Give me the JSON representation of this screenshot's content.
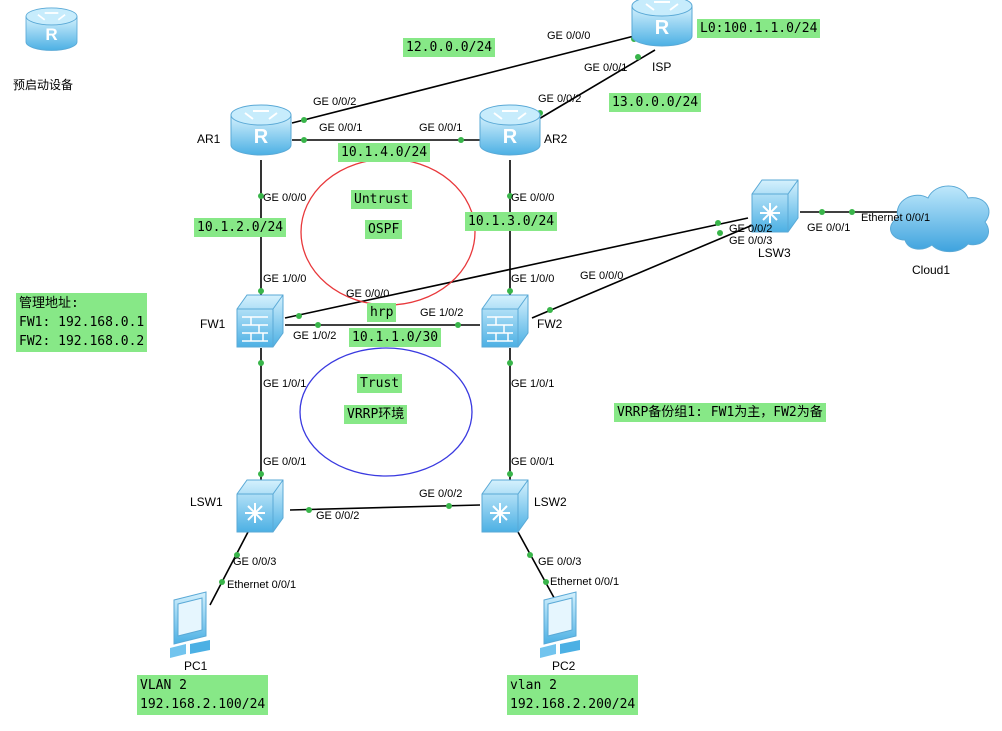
{
  "legend": {
    "device_label": "预启动设备"
  },
  "devices": {
    "isp": {
      "name": "ISP"
    },
    "ar1": {
      "name": "AR1"
    },
    "ar2": {
      "name": "AR2"
    },
    "fw1": {
      "name": "FW1"
    },
    "fw2": {
      "name": "FW2"
    },
    "lsw1": {
      "name": "LSW1"
    },
    "lsw2": {
      "name": "LSW2"
    },
    "lsw3": {
      "name": "LSW3"
    },
    "cloud1": {
      "name": "Cloud1"
    },
    "pc1": {
      "name": "PC1"
    },
    "pc2": {
      "name": "PC2"
    }
  },
  "ports": {
    "isp_ge000": "GE 0/0/0",
    "isp_ge001": "GE 0/0/1",
    "ar1_ge002": "GE 0/0/2",
    "ar1_ge001": "GE 0/0/1",
    "ar2_ge001": "GE 0/0/1",
    "ar2_ge002": "GE 0/0/2",
    "ar1_ge000": "GE 0/0/0",
    "ar2_ge000": "GE 0/0/0",
    "fw1_ge100": "GE 1/0/0",
    "fw2_ge100": "GE 1/0/0",
    "fw1_ge000": "GE 0/0/0",
    "fw2_ge000": "GE 0/0/0",
    "fw1_ge102": "GE 1/0/2",
    "fw2_ge102": "GE 1/0/2",
    "fw1_ge101": "GE 1/0/1",
    "fw2_ge101": "GE 1/0/1",
    "lsw1_ge001": "GE 0/0/1",
    "lsw2_ge001": "GE 0/0/1",
    "lsw1_ge002": "GE 0/0/2",
    "lsw2_ge002": "GE 0/0/2",
    "lsw1_ge003": "GE 0/0/3",
    "lsw2_ge003": "GE 0/0/3",
    "pc1_eth": "Ethernet 0/0/1",
    "pc2_eth": "Ethernet 0/0/1",
    "lsw3_ge002": "GE 0/0/2",
    "lsw3_ge003": "GE 0/0/3",
    "lsw3_ge001": "GE 0/0/1",
    "cloud_eth": "Ethernet 0/0/1"
  },
  "notes": {
    "net_12": "12.0.0.0/24",
    "loopback": "L0:100.1.1.0/24",
    "net_13": "13.0.0.0/24",
    "net_10_1_4": "10.1.4.0/24",
    "untrust": "Untrust",
    "ospf": "OSPF",
    "net_10_1_2": "10.1.2.0/24",
    "net_10_1_3": "10.1.3.0/24",
    "hrp": "hrp",
    "net_10_1_1": "10.1.1.0/30",
    "trust": "Trust",
    "vrrp_env": "VRRP环境",
    "mgmt": "管理地址:\nFW1: 192.168.0.1\nFW2: 192.168.0.2",
    "vrrp_group": "VRRP备份组1: FW1为主，FW2为备",
    "pc1_info": "VLAN 2\n192.168.2.100/24",
    "pc2_info": "vlan 2\n192.168.2.200/24"
  },
  "colors": {
    "note_bg": "#87e887",
    "link": "#000000",
    "port_dot": "#39b54a",
    "untrust_circle": "#e8383b",
    "trust_circle": "#3a3ae0",
    "device_blue": "#5ab8e8"
  }
}
